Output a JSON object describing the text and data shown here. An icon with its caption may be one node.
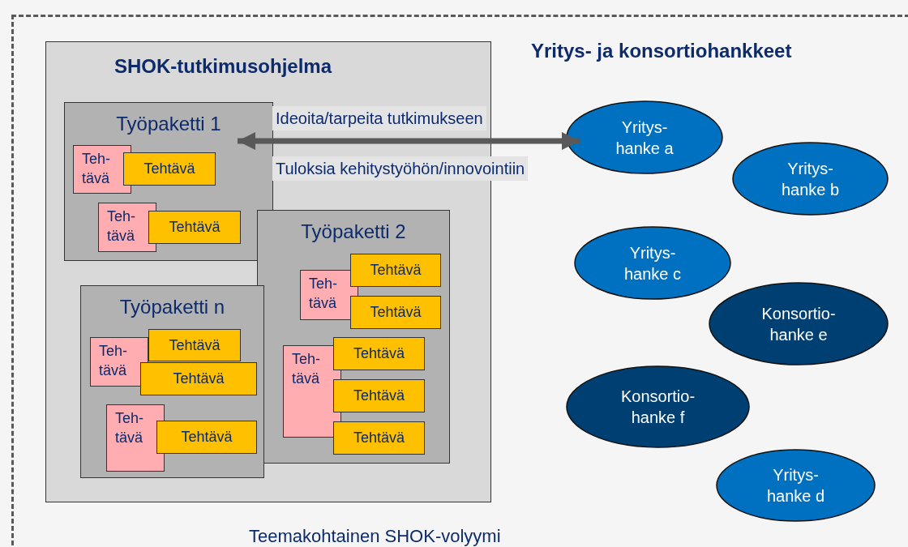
{
  "diagram": {
    "nodes": [
      {
        "text": [
          "Teemakohtainen SHOK-volyymi"
        ]
      },
      {
        "text": [
          "SHOK-tutkimusohjelma"
        ],
        "in": 0
      },
      {
        "text": [
          "Työpaketti 1"
        ],
        "in": 1
      },
      {
        "text": [
          "Teh- tävä"
        ],
        "in": 2
      },
      {
        "text": [
          "Tehtävä"
        ],
        "in": 2
      },
      {
        "text": [
          "Teh- tävä"
        ],
        "in": 2
      },
      {
        "text": [
          "Tehtävä"
        ],
        "in": 2
      },
      {
        "text": [
          "Työpaketti 2"
        ],
        "in": 1
      },
      {
        "text": [
          "Teh- tävä"
        ],
        "in": 7
      },
      {
        "text": [
          "Tehtävä"
        ],
        "in": 7
      },
      {
        "text": [
          "Tehtävä"
        ],
        "in": 7
      },
      {
        "text": [
          "Teh- tävä"
        ],
        "in": 7
      },
      {
        "text": [
          "Tehtävä"
        ],
        "in": 7
      },
      {
        "text": [
          "Tehtävä"
        ],
        "in": 7
      },
      {
        "text": [
          "Tehtävä"
        ],
        "in": 7
      },
      {
        "text": [
          "Työpaketti n"
        ],
        "in": 1
      },
      {
        "text": [
          "Teh- tävä"
        ],
        "in": 15
      },
      {
        "text": [
          "Tehtävä"
        ],
        "in": 15
      },
      {
        "text": [
          "Tehtävä"
        ],
        "in": 15
      },
      {
        "text": [
          "Teh- tävä"
        ],
        "in": 15
      },
      {
        "text": [
          "Tehtävä"
        ],
        "in": 15
      },
      {
        "text": [
          "Yritys- hanke a"
        ],
        "in": 0
      },
      {
        "text": [
          "Yritys- hanke b"
        ],
        "in": 0
      },
      {
        "text": [
          "Yritys- hanke c"
        ],
        "in": 0
      },
      {
        "text": [
          "Konsortio- hanke e"
        ],
        "in": 0
      },
      {
        "text": [
          "Konsortio- hanke f"
        ],
        "in": 0
      },
      {
        "text": [
          "Yritys- hanke d"
        ],
        "in": 0
      }
    ],
    "edges": [
      {
        "from": 2,
        "to": 21,
        "arrow": "both",
        "label": "Ideoita/tarpeita tutkimukseen"
      }
    ],
    "labels": [
      "Yritys- ja konsortiohankkeet",
      "Tuloksia kehitystyöhön/innovointiin"
    ]
  }
}
